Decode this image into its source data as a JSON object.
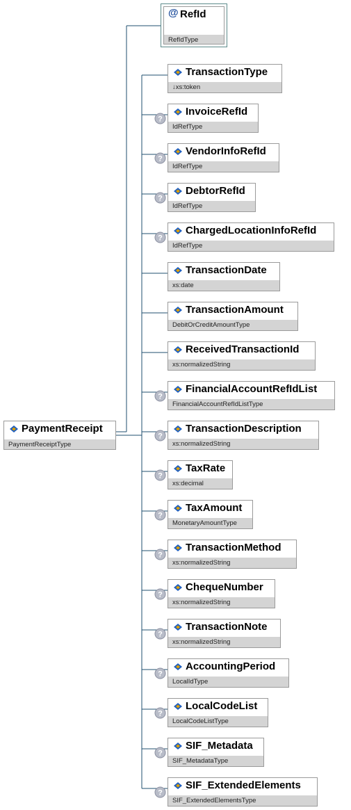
{
  "root": {
    "name": "PaymentReceipt",
    "type": "PaymentReceiptType"
  },
  "attribute": {
    "name": "RefId",
    "type": "RefIdType",
    "symbol": "@"
  },
  "elements": [
    {
      "name": "TransactionType",
      "type": "↓xs:token",
      "optional": false
    },
    {
      "name": "InvoiceRefId",
      "type": "IdRefType",
      "optional": true
    },
    {
      "name": "VendorInfoRefId",
      "type": "IdRefType",
      "optional": true
    },
    {
      "name": "DebtorRefId",
      "type": "IdRefType",
      "optional": true
    },
    {
      "name": "ChargedLocationInfoRefId",
      "type": "IdRefType",
      "optional": true
    },
    {
      "name": "TransactionDate",
      "type": "xs:date",
      "optional": false
    },
    {
      "name": "TransactionAmount",
      "type": "DebitOrCreditAmountType",
      "optional": false
    },
    {
      "name": "ReceivedTransactionId",
      "type": "xs:normalizedString",
      "optional": false
    },
    {
      "name": "FinancialAccountRefIdList",
      "type": "FinancialAccountRefIdListType",
      "optional": true
    },
    {
      "name": "TransactionDescription",
      "type": "xs:normalizedString",
      "optional": true
    },
    {
      "name": "TaxRate",
      "type": "xs:decimal",
      "optional": true
    },
    {
      "name": "TaxAmount",
      "type": "MonetaryAmountType",
      "optional": true
    },
    {
      "name": "TransactionMethod",
      "type": "xs:normalizedString",
      "optional": true
    },
    {
      "name": "ChequeNumber",
      "type": "xs:normalizedString",
      "optional": true
    },
    {
      "name": "TransactionNote",
      "type": "xs:normalizedString",
      "optional": true
    },
    {
      "name": "AccountingPeriod",
      "type": "LocalIdType",
      "optional": true
    },
    {
      "name": "LocalCodeList",
      "type": "LocalCodeListType",
      "optional": true
    },
    {
      "name": "SIF_Metadata",
      "type": "SIF_MetadataType",
      "optional": true
    },
    {
      "name": "SIF_ExtendedElements",
      "type": "SIF_ExtendedElementsType",
      "optional": true
    }
  ],
  "colors": {
    "connector": "#1f4f6f",
    "optional_badge": "#8a8fa0",
    "icon_blue": "#1f5fbf",
    "icon_gold": "#e0a000"
  }
}
